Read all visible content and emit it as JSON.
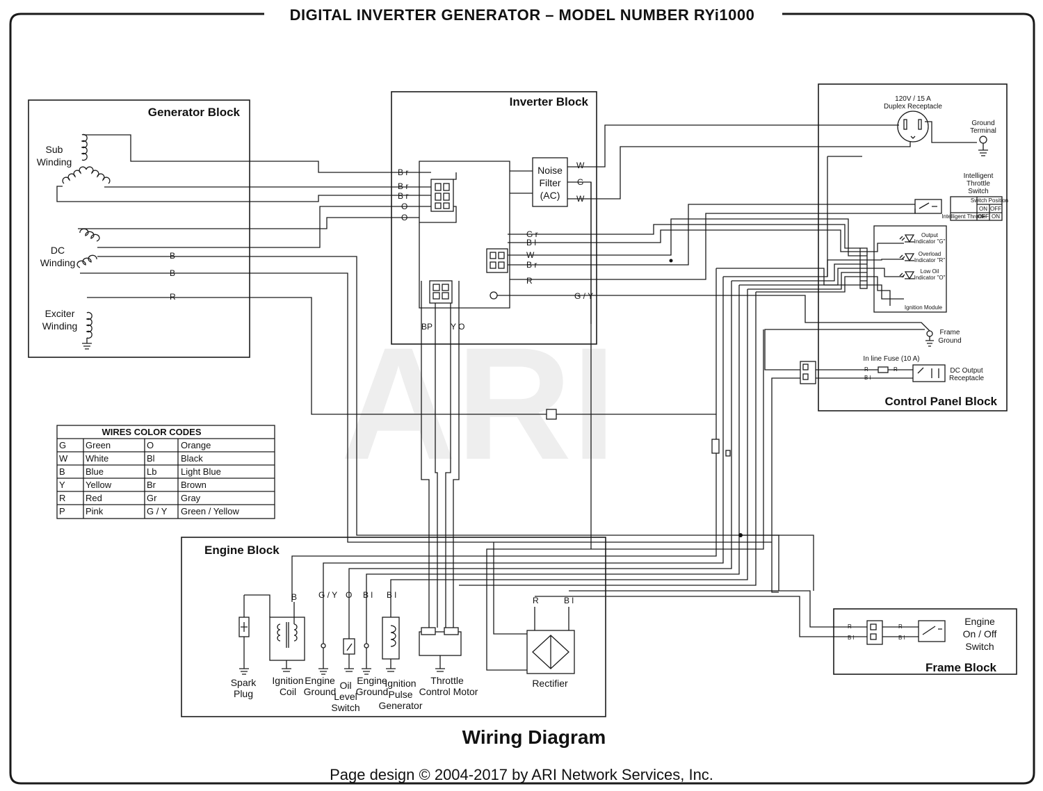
{
  "header": {
    "title": "DIGITAL INVERTER GENERATOR – MODEL NUMBER RYi1000"
  },
  "watermark": "ARI",
  "blocks": {
    "generator": "Generator Block",
    "inverter": "Inverter Block",
    "control_panel": "Control Panel Block",
    "engine": "Engine Block",
    "frame": "Frame Block"
  },
  "generator": {
    "sub_winding": [
      "Sub",
      "Winding"
    ],
    "dc_winding": [
      "DC",
      "Winding"
    ],
    "exciter_winding": [
      "Exciter",
      "Winding"
    ]
  },
  "inverter": {
    "noise_filter": [
      "Noise",
      "Filter",
      "(AC)"
    ],
    "wire_tags_left": [
      "B r",
      "B r",
      "B r",
      "O",
      "O"
    ],
    "filter_tags": [
      "W",
      "G",
      "W"
    ],
    "connector_tags": [
      "G r",
      "B l",
      "W",
      "B r",
      "R",
      "G / Y"
    ],
    "bottom_tags": [
      "BP",
      "Y O"
    ]
  },
  "generator_wire_tags": [
    "B",
    "B",
    "R"
  ],
  "control_panel": {
    "receptacle_rating": "120V / 15 A",
    "receptacle_name": "Duplex Receptacle",
    "ground_terminal": [
      "Ground",
      "Terminal"
    ],
    "throttle_switch": [
      "Intelligent",
      "Throttle",
      "Switch"
    ],
    "throttle_table": {
      "header": [
        "",
        "Switch Position"
      ],
      "cols": [
        "ON",
        "OFF"
      ],
      "row_label": "Intelligent Throttle",
      "row_values": [
        "OFF",
        "ON"
      ]
    },
    "output_indicator": [
      "Output",
      "Indicator \"G\""
    ],
    "overload_indicator": [
      "Overload",
      "Indicator \"R\""
    ],
    "low_oil_indicator": [
      "Low Oil",
      "Indicator \"O\""
    ],
    "ignition_module": "Ignition Module",
    "frame_ground": [
      "Frame",
      "Ground"
    ],
    "fuse": "In line Fuse (10 A)",
    "dc_output": [
      "DC Output",
      "Receptacle"
    ],
    "fuse_tags": [
      "R",
      "B l",
      "R"
    ]
  },
  "legend": {
    "title": "WIRES COLOR CODES",
    "rows": [
      [
        "G",
        "Green",
        "O",
        "Orange"
      ],
      [
        "W",
        "White",
        "Bl",
        "Black"
      ],
      [
        "B",
        "Blue",
        "Lb",
        "Light Blue"
      ],
      [
        "Y",
        "Yellow",
        "Br",
        "Brown"
      ],
      [
        "R",
        "Red",
        "Gr",
        "Gray"
      ],
      [
        "P",
        "Pink",
        "G / Y",
        "Green / Yellow"
      ]
    ]
  },
  "engine": {
    "tags": [
      "B",
      "G / Y",
      "O",
      "B l",
      "B l"
    ],
    "components": {
      "spark_plug": [
        "Spark",
        "Plug"
      ],
      "ignition_coil": [
        "Ignition",
        "Coil"
      ],
      "engine_ground_1": [
        "Engine",
        "Ground"
      ],
      "oil_level_switch": [
        "Oil",
        "Level",
        "Switch"
      ],
      "engine_ground_2": [
        "Engine",
        "Ground"
      ],
      "ignition_pulse_generator": [
        "Ignition",
        "Pulse",
        "Generator"
      ],
      "throttle_control_motor": [
        "Throttle",
        "Control Motor"
      ],
      "rectifier": "Rectifier"
    },
    "rectifier_tags": [
      "R",
      "B l"
    ]
  },
  "frame": {
    "switch": [
      "Engine",
      "On / Off",
      "Switch"
    ],
    "tags_left": [
      "R",
      "B l"
    ],
    "tags_right": [
      "R",
      "B l"
    ]
  },
  "footer": {
    "diagram_title": "Wiring Diagram",
    "copyright": "Page design © 2004-2017 by ARI Network Services, Inc."
  }
}
